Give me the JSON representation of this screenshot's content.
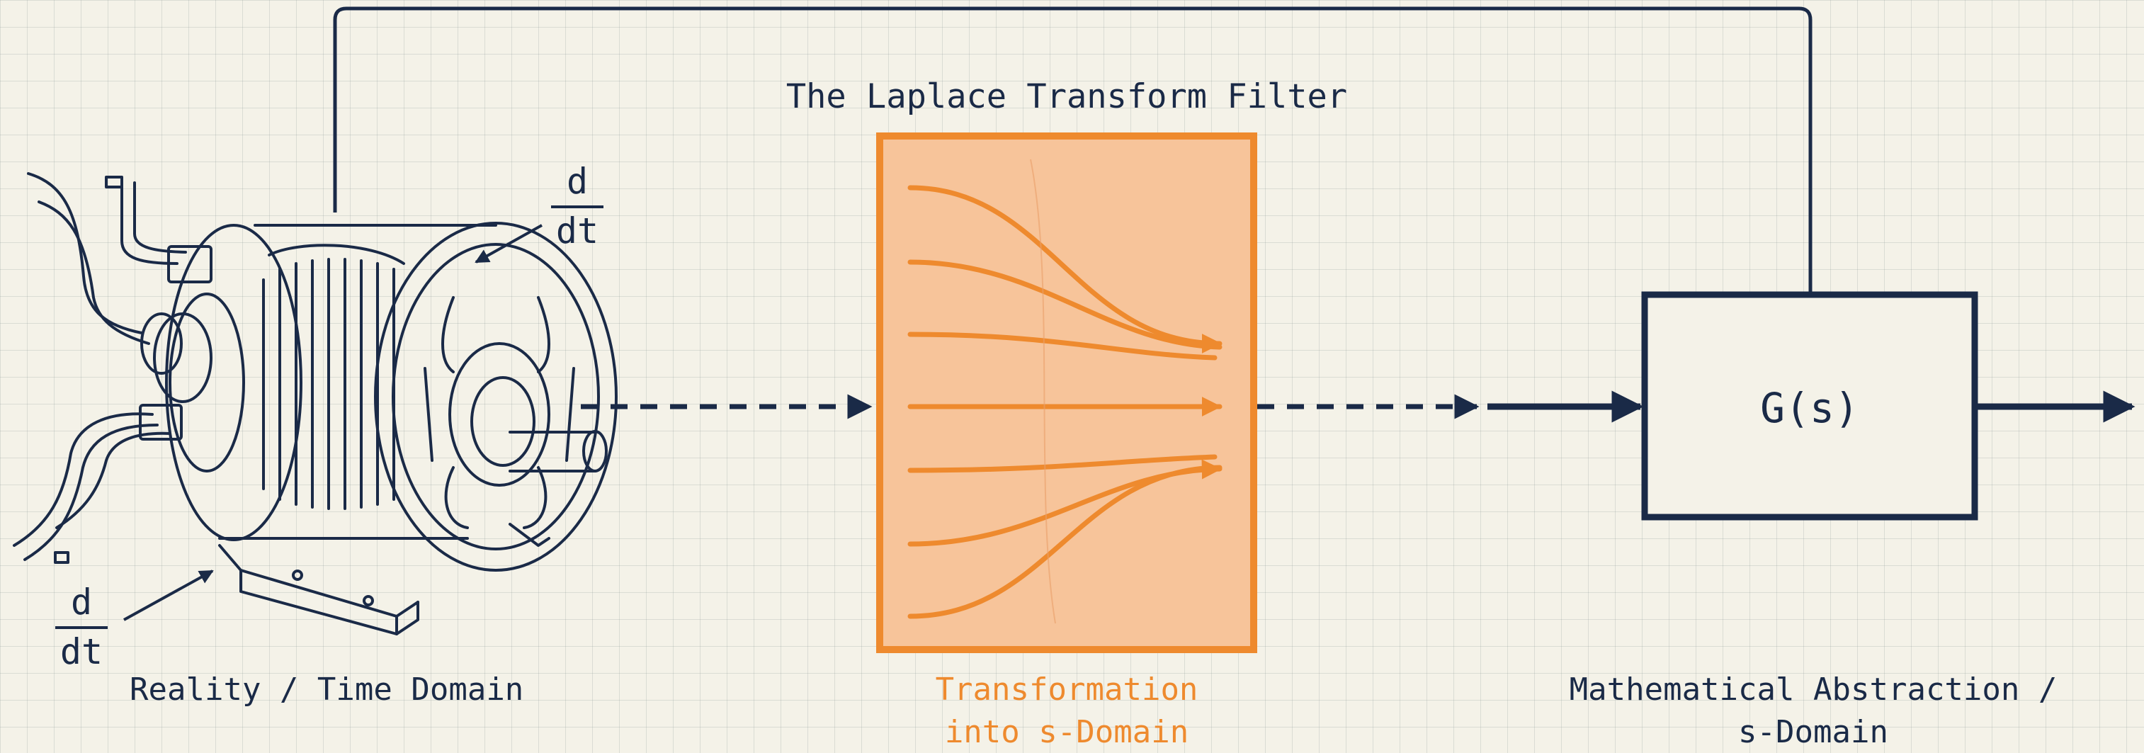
{
  "filter": {
    "title": "The Laplace Transform Filter",
    "caption_line1": "Transformation",
    "caption_line2": "into s-Domain"
  },
  "motor": {
    "caption": "Reality / Time Domain",
    "derivative_top": {
      "numerator": "d",
      "denominator": "dt"
    },
    "derivative_bottom": {
      "numerator": "d",
      "denominator": "dt"
    }
  },
  "transfer_block": {
    "label": "G(s)",
    "caption_line1": "Mathematical Abstraction /",
    "caption_line2": "s-Domain"
  },
  "colors": {
    "navy": "#1a2a47",
    "orange": "#ee8a2e",
    "orange_fill": "#f7c49a",
    "background": "#f4f2e8"
  }
}
